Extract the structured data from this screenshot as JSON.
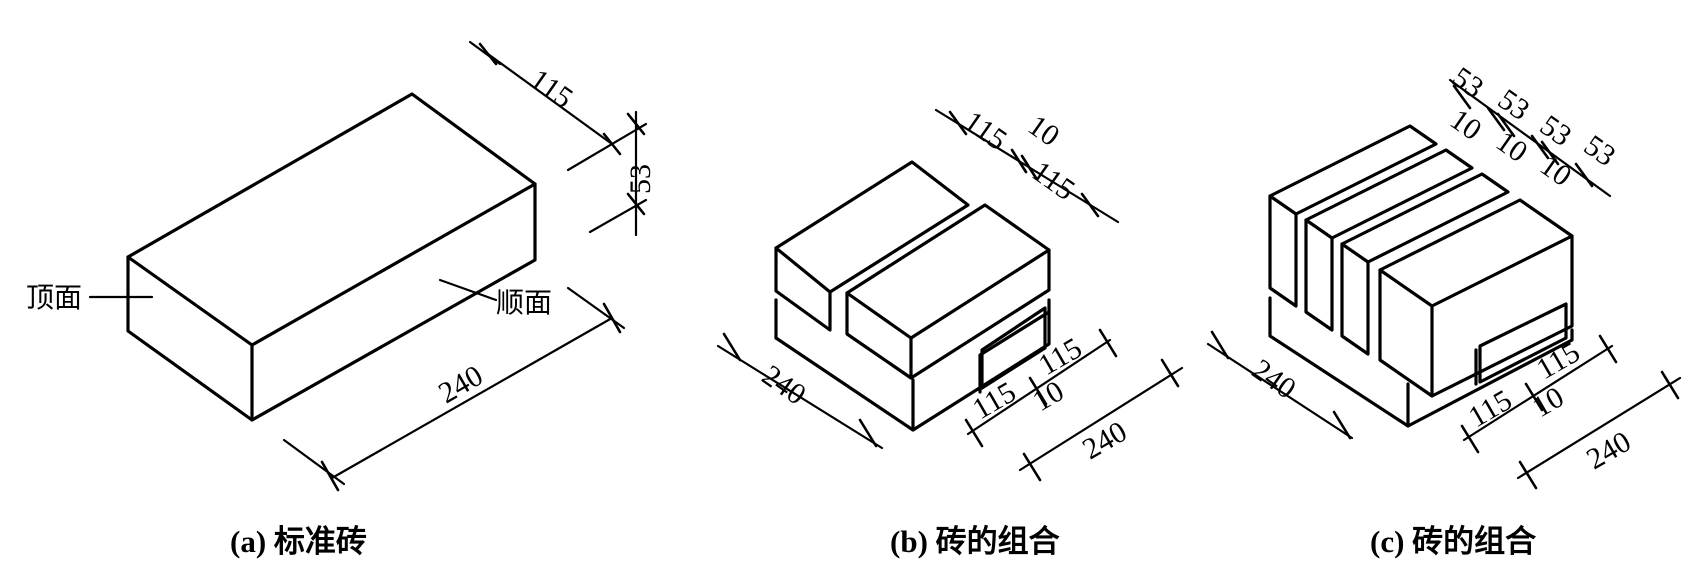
{
  "captions": {
    "a": "(a) 标准砖",
    "b": "(b) 砖的组合",
    "c": "(c) 砖的组合"
  },
  "faces": {
    "top_face": "顶面",
    "side_face": "顺面"
  },
  "brick_a": {
    "width": "115",
    "height": "53",
    "length": "240"
  },
  "brick_b": {
    "top_left": "115",
    "top_joint": "10",
    "top_right": "115",
    "length": "240",
    "bottom_left": "115",
    "bottom_right": "115",
    "bottom_joint": "10",
    "bottom_total": "240"
  },
  "brick_c": {
    "top_widths": [
      "53",
      "53",
      "53",
      "53"
    ],
    "top_joints": [
      "10",
      "10",
      "10"
    ],
    "length": "240",
    "bottom_left": "115",
    "bottom_right": "115",
    "bottom_joint": "10",
    "bottom_total": "240"
  }
}
